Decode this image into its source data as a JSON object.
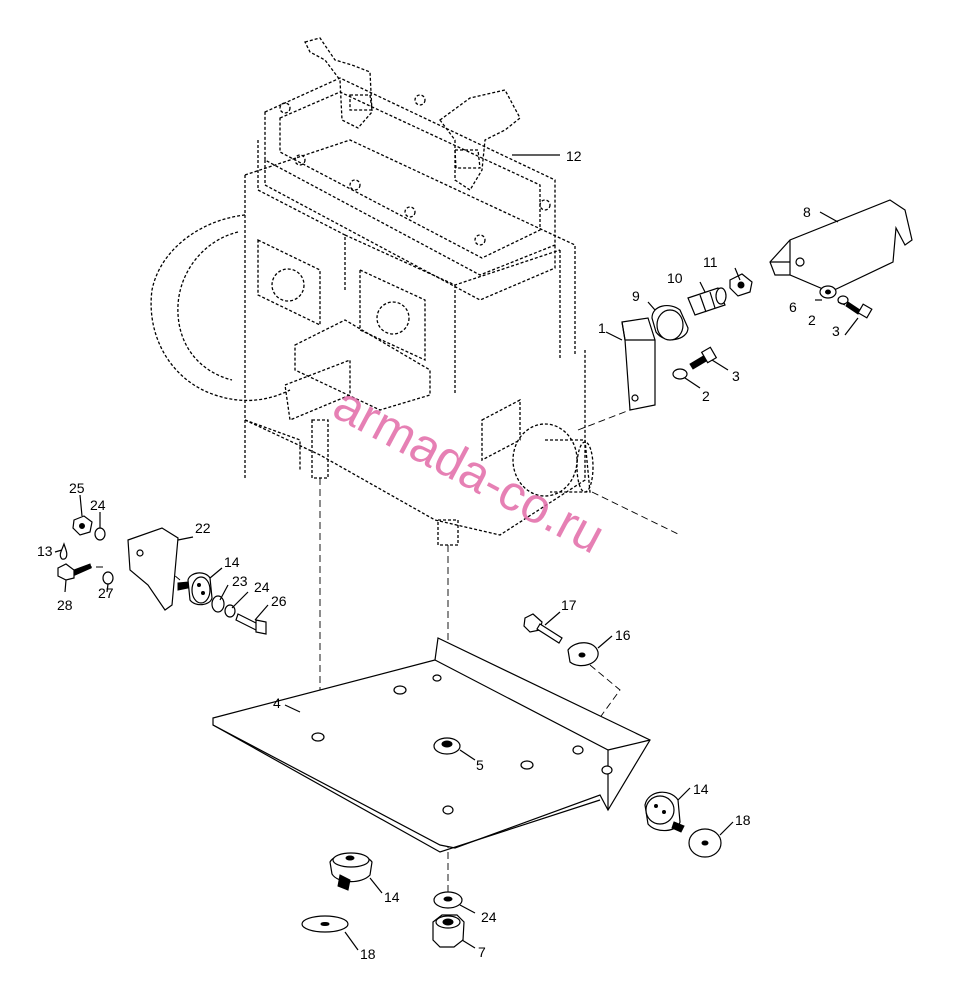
{
  "watermark": "armada-co.ru",
  "labels": {
    "p1": "1",
    "p2a": "2",
    "p2b": "2",
    "p3a": "3",
    "p3b": "3",
    "p4": "4",
    "p5": "5",
    "p6": "6",
    "p7": "7",
    "p8": "8",
    "p9": "9",
    "p10": "10",
    "p11": "11",
    "p12": "12",
    "p13": "13",
    "p14a": "14",
    "p14b": "14",
    "p14c": "14",
    "p16": "16",
    "p17": "17",
    "p18a": "18",
    "p18b": "18",
    "p22": "22",
    "p23": "23",
    "p24a": "24",
    "p24b": "24",
    "p24c": "24",
    "p25": "25",
    "p26": "26",
    "p27": "27",
    "p28": "28"
  }
}
